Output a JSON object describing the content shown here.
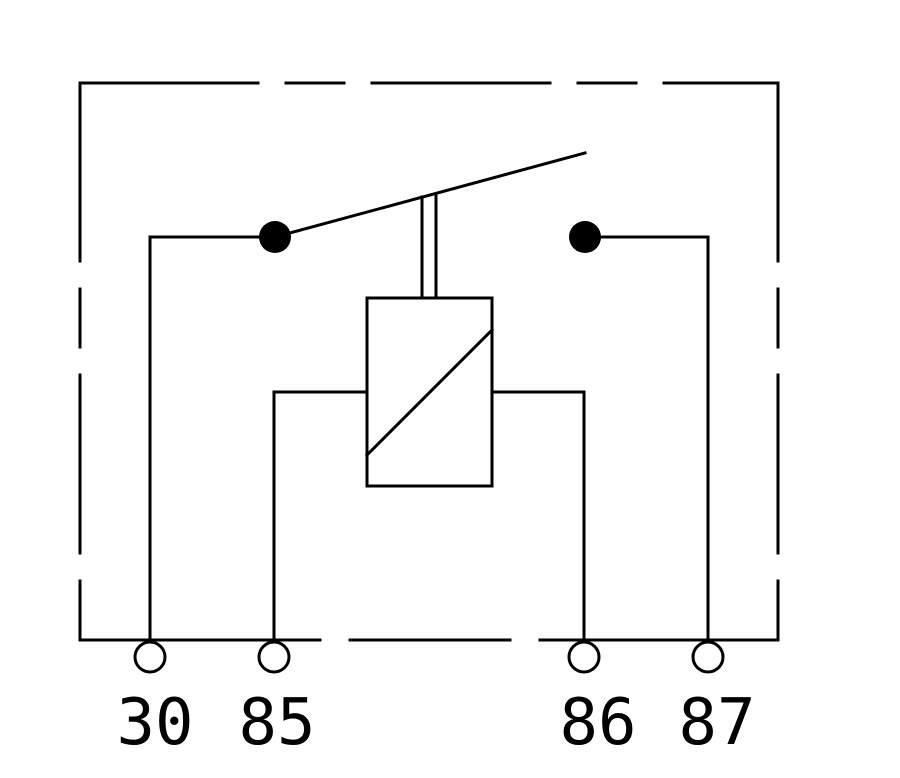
{
  "diagram": {
    "terminals": [
      {
        "label": "30"
      },
      {
        "label": "85"
      },
      {
        "label": "86"
      },
      {
        "label": "87"
      }
    ],
    "colors": {
      "line": "#000000",
      "background": "#ffffff"
    }
  }
}
